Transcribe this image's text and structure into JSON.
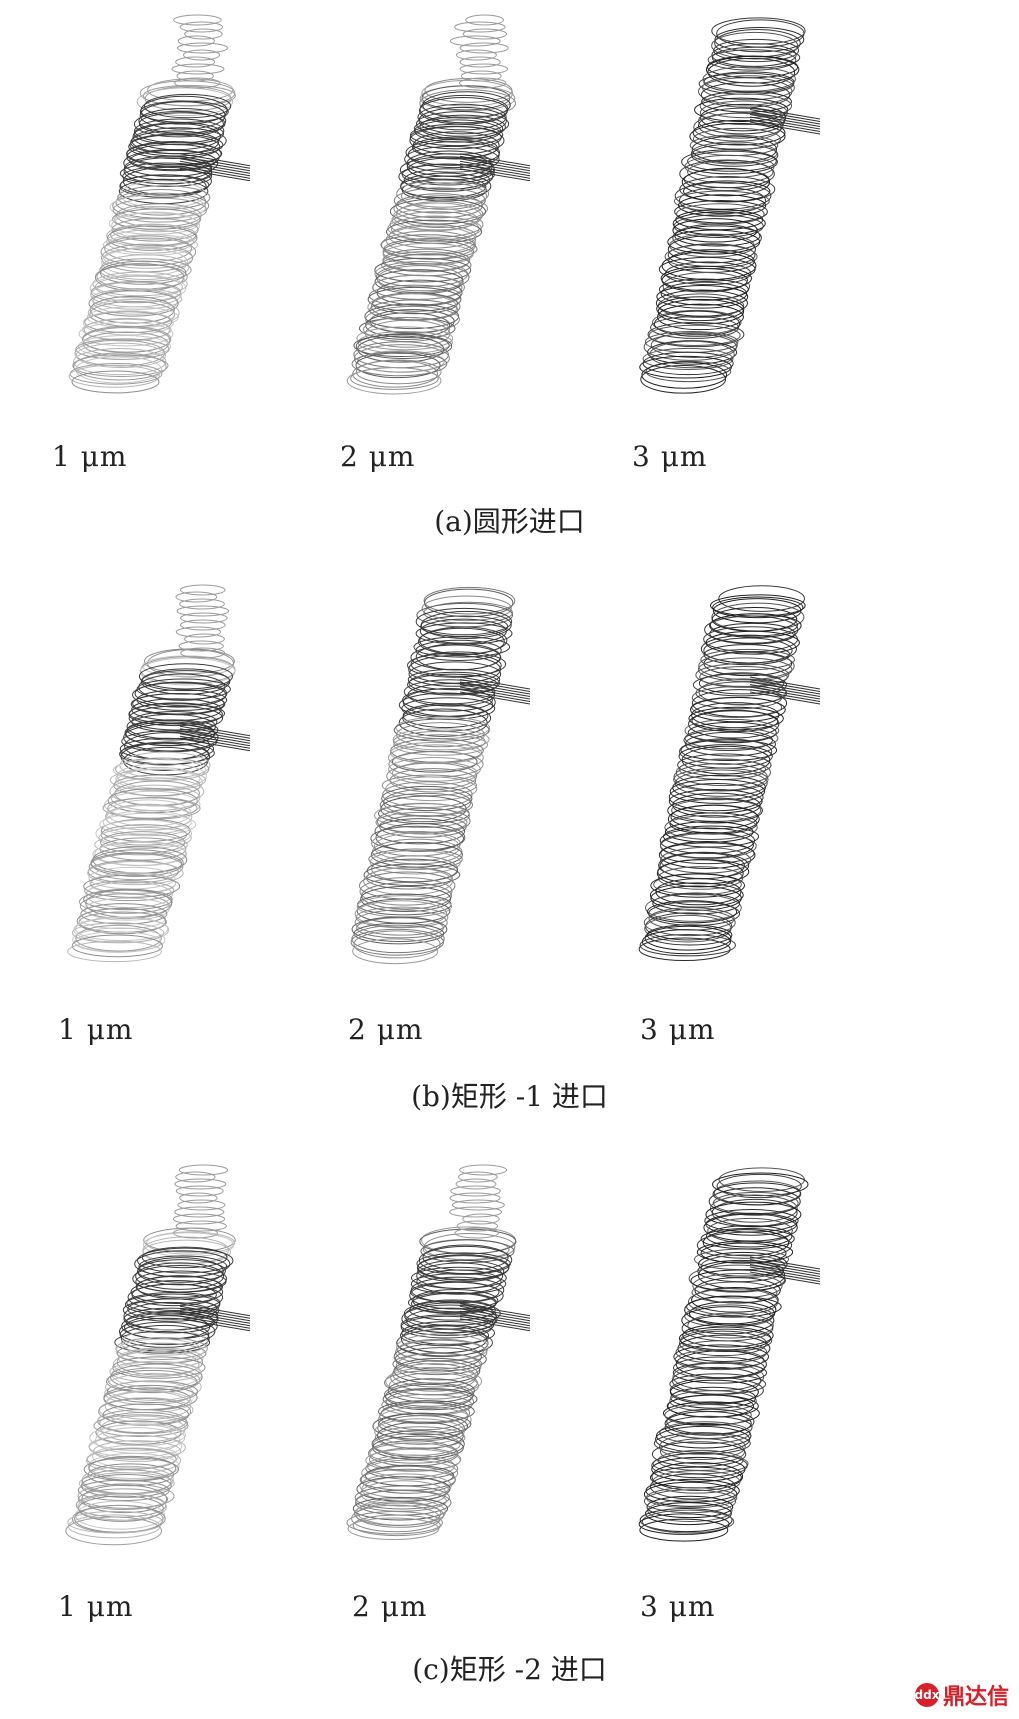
{
  "figure": {
    "groups": [
      {
        "caption": "(a)圆形进口",
        "panels": [
          {
            "size_label": "1 μm",
            "tone": "light",
            "wisp": true
          },
          {
            "size_label": "2 μm",
            "tone": "mid",
            "wisp": true
          },
          {
            "size_label": "3 μm",
            "tone": "dark",
            "wisp": false
          }
        ]
      },
      {
        "caption": "(b)矩形 -1 进口",
        "panels": [
          {
            "size_label": "1 μm",
            "tone": "light",
            "wisp": true
          },
          {
            "size_label": "2 μm",
            "tone": "mid",
            "wisp": false
          },
          {
            "size_label": "3 μm",
            "tone": "dark",
            "wisp": false
          }
        ]
      },
      {
        "caption": "(c)矩形 -2 进口",
        "panels": [
          {
            "size_label": "1 μm",
            "tone": "light",
            "wisp": true
          },
          {
            "size_label": "2 μm",
            "tone": "mid",
            "wisp": true
          },
          {
            "size_label": "3 μm",
            "tone": "dark",
            "wisp": false
          }
        ]
      }
    ]
  },
  "watermark": {
    "text": "鼎达信",
    "mark": "ddx"
  },
  "colors": {
    "accent": "#d6202a",
    "light": "#a9a9a9",
    "mid": "#8a8a8a",
    "dark": "#3a3a3a"
  }
}
